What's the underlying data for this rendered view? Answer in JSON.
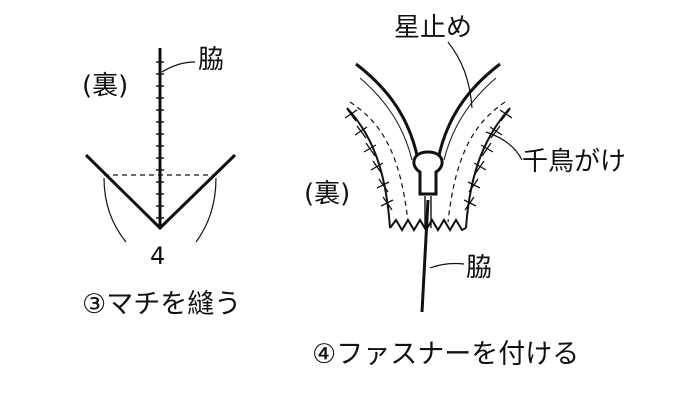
{
  "step3": {
    "reverse_label": "(裏)",
    "side_label": "脇",
    "number_label": "4",
    "caption": "③マチを縫う"
  },
  "step4": {
    "stop_label": "星止め",
    "reverse_label": "(裏)",
    "stitch_label": "千鳥がけ",
    "side_label": "脇",
    "caption": "④ファスナーを付ける"
  }
}
